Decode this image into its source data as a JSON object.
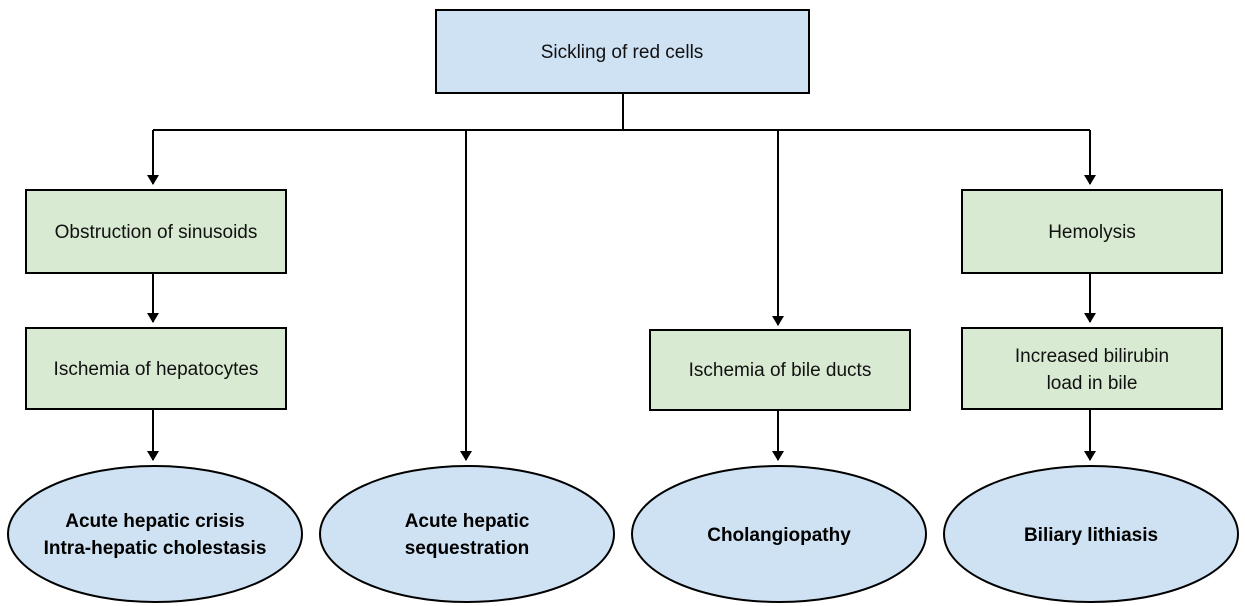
{
  "colors": {
    "top_box_fill": "#cfe2f3",
    "step_box_fill": "#d9ead3",
    "outcome_fill": "#cfe2f3",
    "stroke": "#000000"
  },
  "root": {
    "label": "Sickling of red cells"
  },
  "steps": {
    "obstruction": "Obstruction of sinusoids",
    "ischemia_hepatocytes": "Ischemia of hepatocytes",
    "ischemia_bile_ducts": "Ischemia of bile ducts",
    "hemolysis": "Hemolysis",
    "bilirubin_line1": "Increased bilirubin",
    "bilirubin_line2": "load in bile"
  },
  "outcomes": {
    "hepatic_crisis_line1": "Acute hepatic crisis",
    "hepatic_crisis_line2": "Intra-hepatic cholestasis",
    "sequestration_line1": "Acute hepatic",
    "sequestration_line2": "sequestration",
    "cholangiopathy": "Cholangiopathy",
    "lithiasis": "Biliary lithiasis"
  }
}
